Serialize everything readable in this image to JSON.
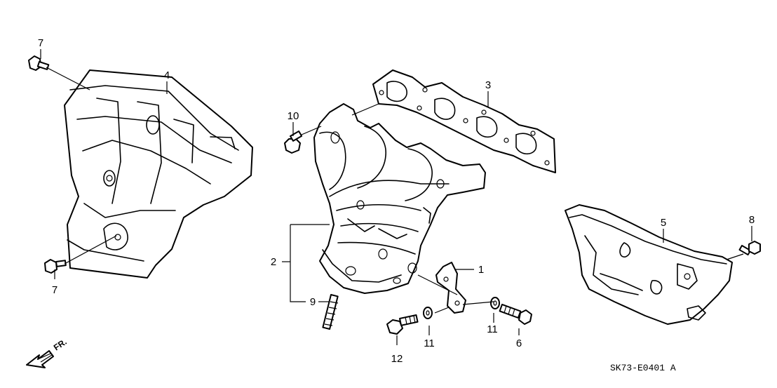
{
  "diagram": {
    "callouts": {
      "c1": "1",
      "c2": "2",
      "c3": "3",
      "c4": "4",
      "c5": "5",
      "c6": "6",
      "c7a": "7",
      "c7b": "7",
      "c8": "8",
      "c9": "9",
      "c10": "10",
      "c11a": "11",
      "c11b": "11",
      "c12": "12"
    },
    "direction_label": "FR.",
    "diagram_code": "SK73-E0401 A"
  }
}
